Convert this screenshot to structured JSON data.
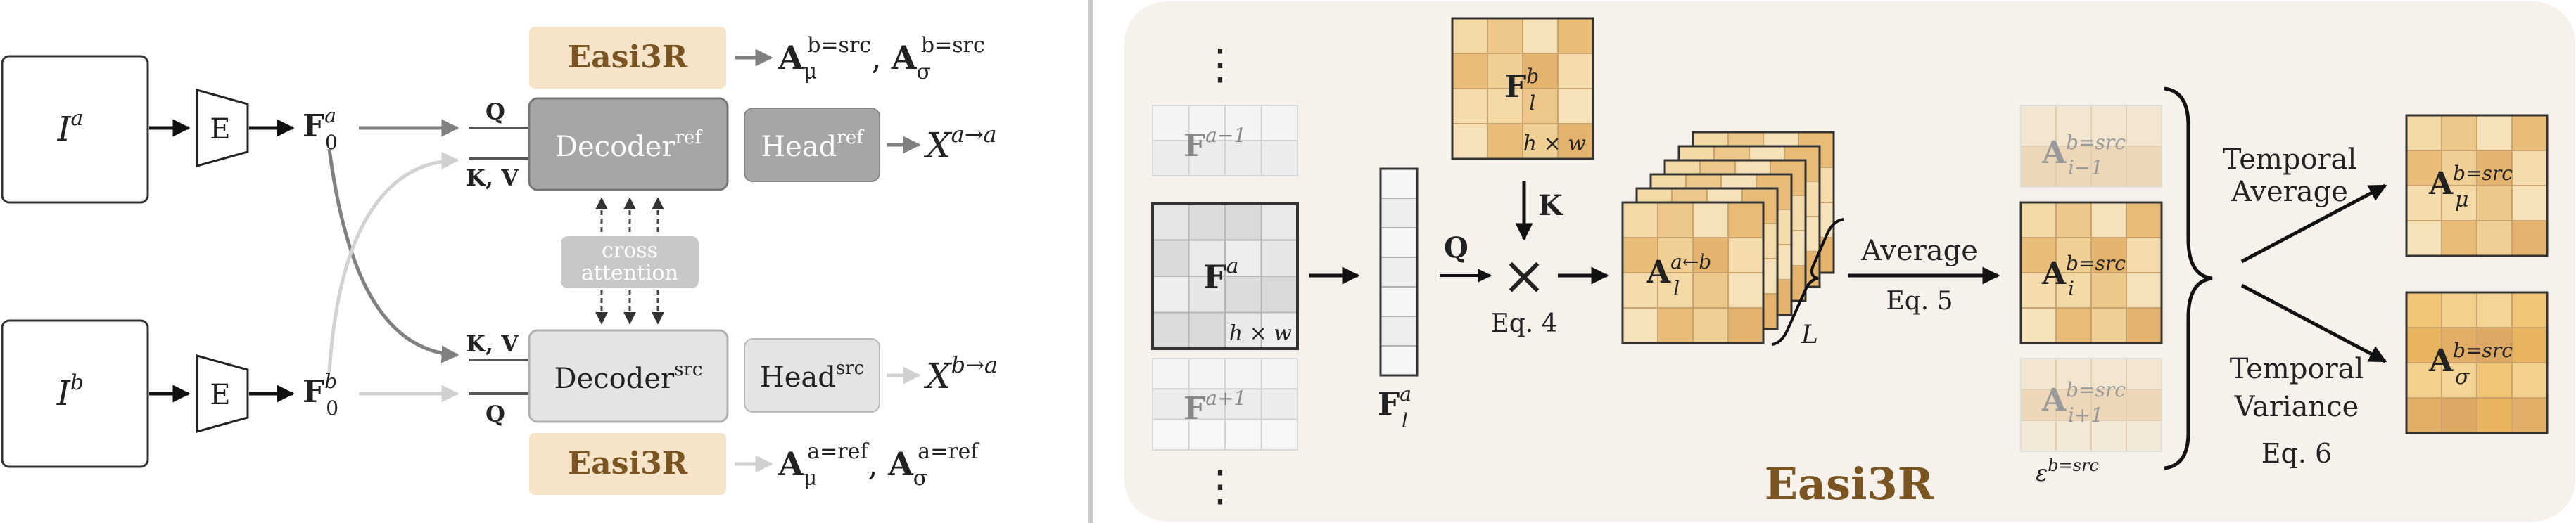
{
  "left": {
    "inputs": {
      "a": "I",
      "a_sup": "a",
      "b": "I",
      "b_sup": "b"
    },
    "encoder": "E",
    "features": {
      "a": "F",
      "a_sup": "a",
      "a_sub": "0",
      "b": "F",
      "b_sup": "b",
      "b_sub": "0"
    },
    "qkv": {
      "q_top": "Q",
      "kv_top": "K, V",
      "kv_bottom": "K, V",
      "q_bottom": "Q"
    },
    "decoder_ref": {
      "label": "Decoder",
      "sup": "ref"
    },
    "decoder_src": {
      "label": "Decoder",
      "sup": "src"
    },
    "head_ref": {
      "label": "Head",
      "sup": "ref"
    },
    "head_src": {
      "label": "Head",
      "sup": "src"
    },
    "out_ref": {
      "label": "X",
      "sup": "a→a"
    },
    "out_src": {
      "label": "X",
      "sup": "b→a"
    },
    "cross_attention": [
      "cross",
      "attention"
    ],
    "easi3r_top": "Easi3R",
    "easi3r_bottom": "Easi3R",
    "attn_top": {
      "mu": "A",
      "mu_sub": "μ",
      "mu_sup": "b=src",
      "sep": ",",
      "sigma": "A",
      "sigma_sub": "σ",
      "sigma_sup": "b=src"
    },
    "attn_bottom": {
      "mu": "A",
      "mu_sub": "μ",
      "mu_sup": "a=ref",
      "sep": ",",
      "sigma": "A",
      "sigma_sub": "σ",
      "sigma_sup": "a=ref"
    }
  },
  "right": {
    "title": "Easi3R",
    "dots": "⋮",
    "frames": {
      "prev": {
        "label": "F",
        "sup": "a−1"
      },
      "cur": {
        "label": "F",
        "sup": "a",
        "dims": "h × w"
      },
      "next": {
        "label": "F",
        "sup": "a+1"
      }
    },
    "token_vec": {
      "label": "F",
      "sup": "a",
      "sub": "l"
    },
    "key_map": {
      "label": "F",
      "sup": "b",
      "sub": "l",
      "dims": "h × w"
    },
    "k_label": "K",
    "q_label": "Q",
    "multiply": "×",
    "eq4": "Eq. 4",
    "attn_stack": {
      "label": "A",
      "sup": "a←b",
      "sub": "l",
      "brace_label": "L"
    },
    "average": "Average",
    "eq5": "Eq. 5",
    "per_frame": [
      {
        "label": "A",
        "sup": "b=src",
        "sub": "i−1"
      },
      {
        "label": "A",
        "sup": "b=src",
        "sub": "i"
      },
      {
        "label": "A",
        "sup": "b=src",
        "sub": "i+1"
      }
    ],
    "epsilon": {
      "label": "ε",
      "sup": "b=src"
    },
    "temporal_average": [
      "Temporal",
      "Average"
    ],
    "temporal_variance": [
      "Temporal",
      "Variance"
    ],
    "eq6": "Eq. 6",
    "out_mu": {
      "label": "A",
      "sup": "b=src",
      "sub": "μ"
    },
    "out_sigma": {
      "label": "A",
      "sup": "b=src",
      "sub": "σ"
    }
  },
  "colors": {
    "easi3r_fill": "#f5e4c8",
    "easi3r_text": "#7a5522",
    "panel_bg": "#f6f1ea",
    "decoder_ref": "#a6a6a6",
    "decoder_src": "#e4e4e4",
    "title_brown": "#7a5522"
  }
}
